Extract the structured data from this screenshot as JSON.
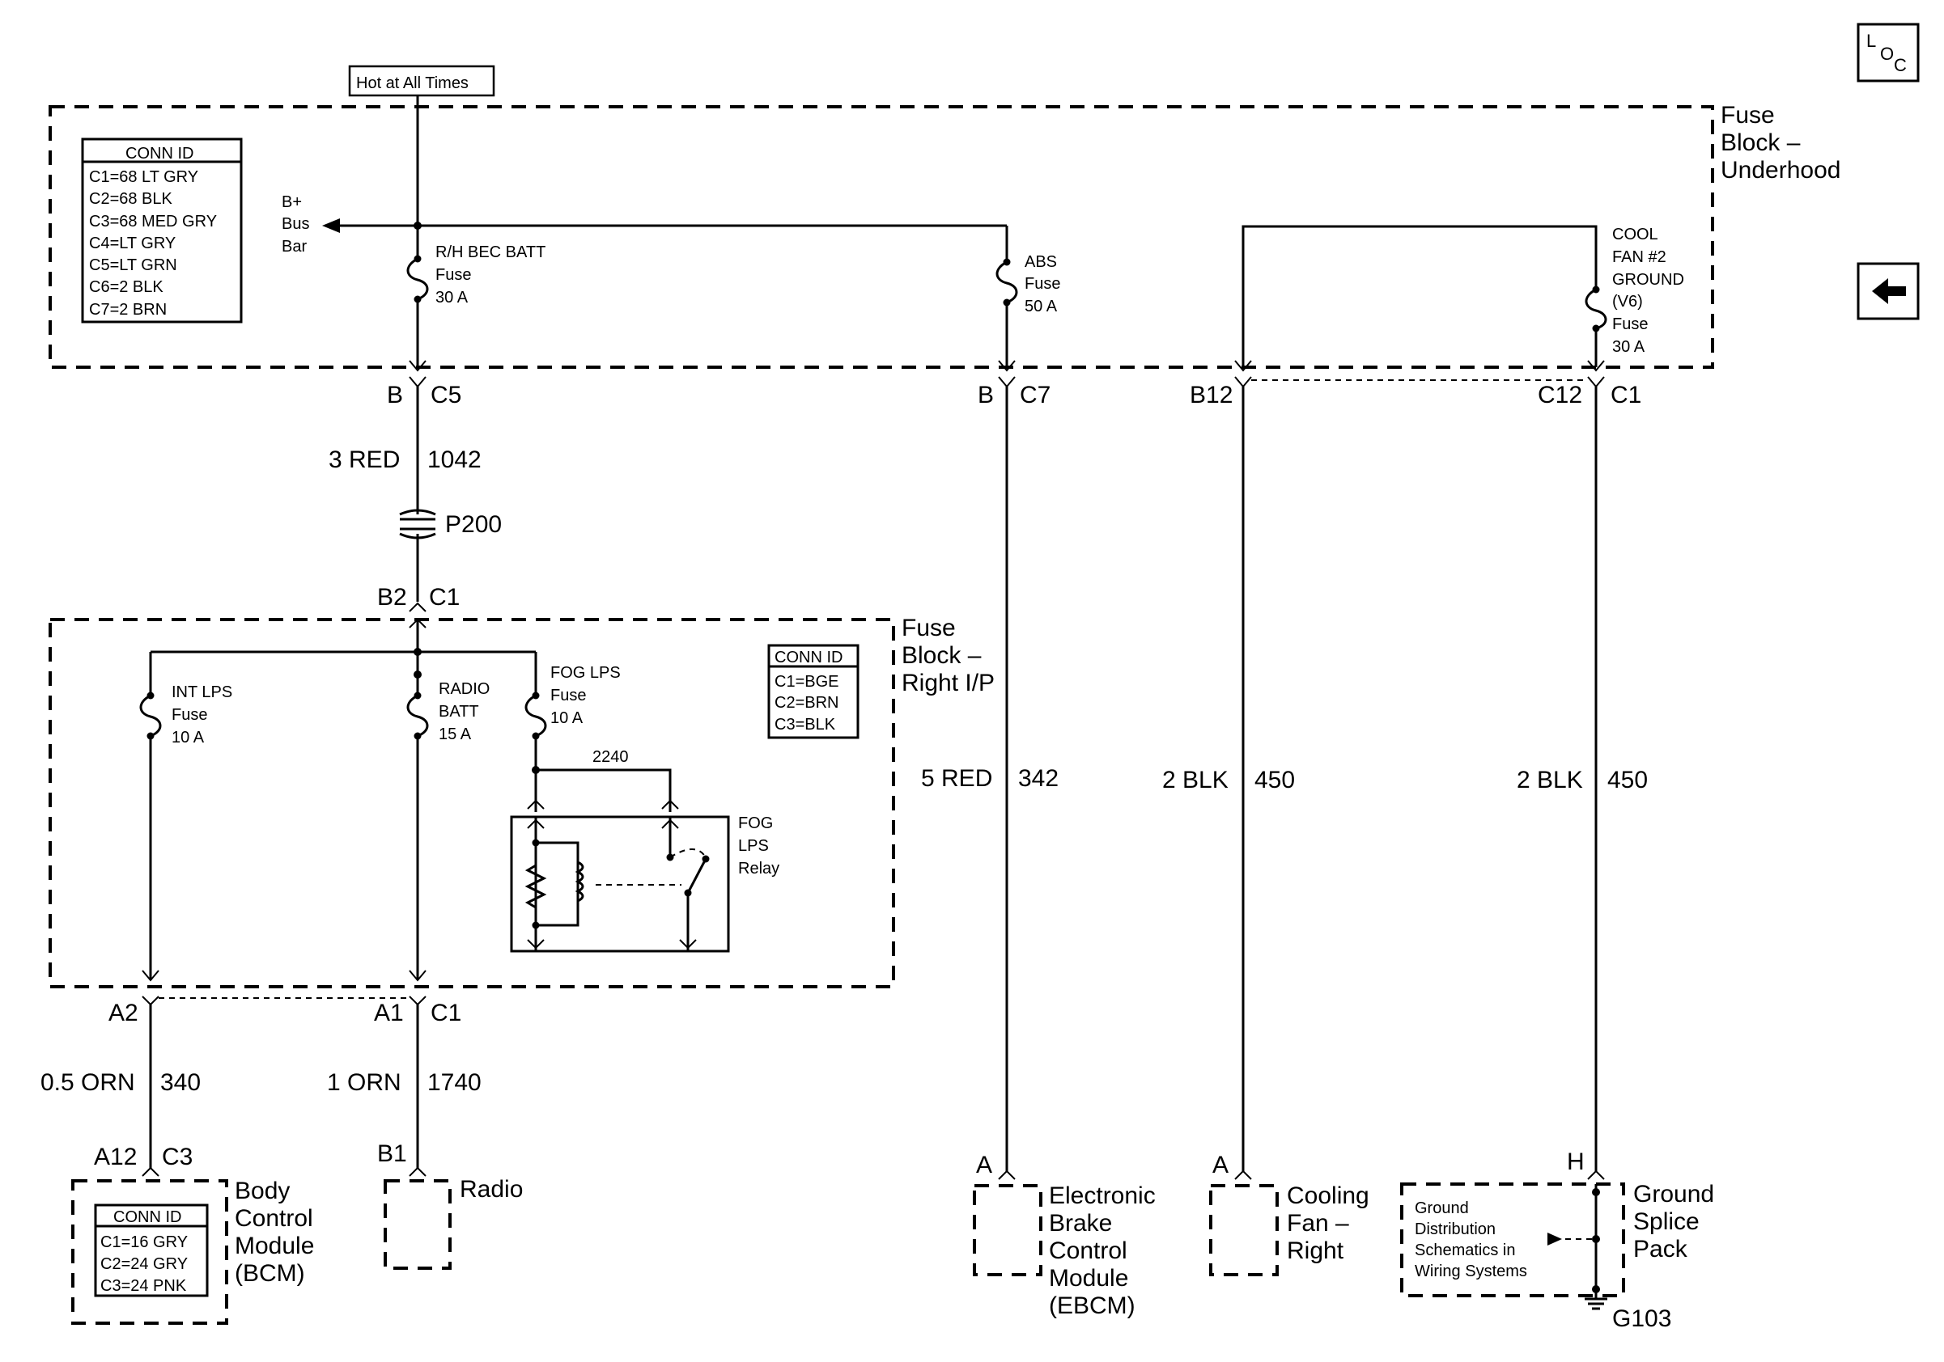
{
  "header": {
    "hot_label": "Hot at All Times",
    "loc_l": "L",
    "loc_o": "O",
    "loc_c": "C"
  },
  "fuse_block_underhood": {
    "title_lines": [
      "Fuse",
      "Block –",
      "Underhood"
    ],
    "conn_id": {
      "title": "CONN ID",
      "rows": [
        "C1=68 LT GRY",
        "C2=68 BLK",
        "C3=68 MED GRY",
        "C4=LT GRY",
        "C5=LT GRN",
        "C6=2 BLK",
        "C7=2 BRN"
      ]
    },
    "bus_bar_lines": [
      "B+",
      "Bus",
      "Bar"
    ],
    "fuses": {
      "rh_bec": [
        "R/H BEC BATT",
        "Fuse",
        "30 A"
      ],
      "abs": [
        "ABS",
        "Fuse",
        "50 A"
      ],
      "cool_fan": [
        "COOL",
        "FAN #2",
        "GROUND",
        "(V6)",
        "Fuse",
        "30 A"
      ]
    }
  },
  "connectors": {
    "b_c5": [
      "B",
      "C5"
    ],
    "b_c7": [
      "B",
      "C7"
    ],
    "b12": "B12",
    "c12_c1": [
      "C12",
      "C1"
    ],
    "b2_c1": [
      "B2",
      "C1"
    ],
    "a2": "A2",
    "a1_c1": [
      "A1",
      "C1"
    ],
    "a12_c3": [
      "A12",
      "C3"
    ],
    "b1": "B1",
    "ebcm_a": "A",
    "fan_a": "A",
    "splice_h": "H"
  },
  "wires": {
    "w1042": [
      "3 RED",
      "1042"
    ],
    "w342": [
      "5 RED",
      "342"
    ],
    "w450a": [
      "2 BLK",
      "450"
    ],
    "w450b": [
      "2 BLK",
      "450"
    ],
    "w340": [
      "0.5 ORN",
      "340"
    ],
    "w1740": [
      "1 ORN",
      "1740"
    ],
    "w2240": "2240"
  },
  "inline_connector": "P200",
  "fuse_block_right_ip": {
    "title_lines": [
      "Fuse",
      "Block –",
      "Right I/P"
    ],
    "conn_id": {
      "title": "CONN ID",
      "rows": [
        "C1=BGE",
        "C2=BRN",
        "C3=BLK"
      ]
    },
    "fuses": {
      "int_lps": [
        "INT LPS",
        "Fuse",
        "10 A"
      ],
      "radio_batt": [
        "RADIO",
        "BATT",
        "15 A"
      ],
      "fog_lps": [
        "FOG LPS",
        "Fuse",
        "10 A"
      ]
    },
    "relay_lines": [
      "FOG",
      "LPS",
      "Relay"
    ]
  },
  "components": {
    "bcm": {
      "lines": [
        "Body",
        "Control",
        "Module",
        "(BCM)"
      ],
      "conn_id": {
        "title": "CONN ID",
        "rows": [
          "C1=16 GRY",
          "C2=24 GRY",
          "C3=24 PNK"
        ]
      }
    },
    "radio": "Radio",
    "ebcm": [
      "Electronic",
      "Brake",
      "Control",
      "Module",
      "(EBCM)"
    ],
    "cooling_fan": [
      "Cooling",
      "Fan –",
      "Right"
    ],
    "ground_splice": {
      "lines": [
        "Ground",
        "Splice",
        "Pack"
      ],
      "note_lines": [
        "Ground",
        "Distribution",
        "Schematics in",
        "Wiring Systems"
      ]
    },
    "ground": "G103"
  },
  "nav": {
    "back_icon": "left-arrow-icon"
  }
}
